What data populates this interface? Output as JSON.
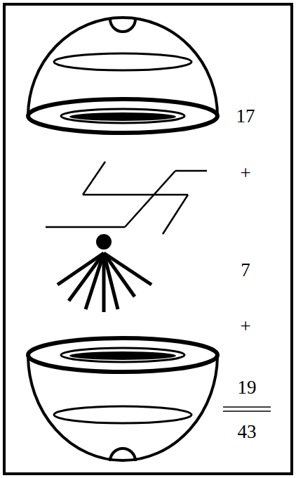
{
  "diagram": {
    "labels": [
      "17",
      "+",
      "7",
      "+",
      "19",
      "43"
    ]
  }
}
